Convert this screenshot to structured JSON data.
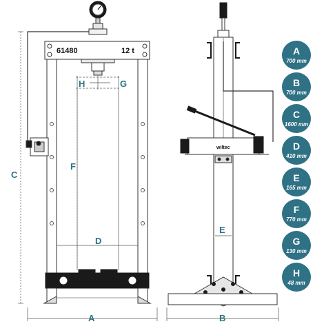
{
  "colors": {
    "badge": "#2f7185",
    "dimension_label": "#2f7185",
    "steel": "#ffffff",
    "outline": "#333333",
    "dark": "#1a1a1a"
  },
  "front_view": {
    "model_number": "61480",
    "capacity": "12 t",
    "gauge_icon": "pressure-gauge-icon"
  },
  "side_view": {
    "brand": "wiltec"
  },
  "dimension_labels": {
    "A": "A",
    "B": "B",
    "C": "C",
    "D": "D",
    "E": "E",
    "F": "F",
    "G": "G",
    "H": "H"
  },
  "legend": [
    {
      "letter": "A",
      "value": "700 mm"
    },
    {
      "letter": "B",
      "value": "700 mm"
    },
    {
      "letter": "C",
      "value": "1600 mm"
    },
    {
      "letter": "D",
      "value": "410 mm"
    },
    {
      "letter": "E",
      "value": "165 mm"
    },
    {
      "letter": "F",
      "value": "770 mm"
    },
    {
      "letter": "G",
      "value": "130 mm"
    },
    {
      "letter": "H",
      "value": "48 mm"
    }
  ]
}
